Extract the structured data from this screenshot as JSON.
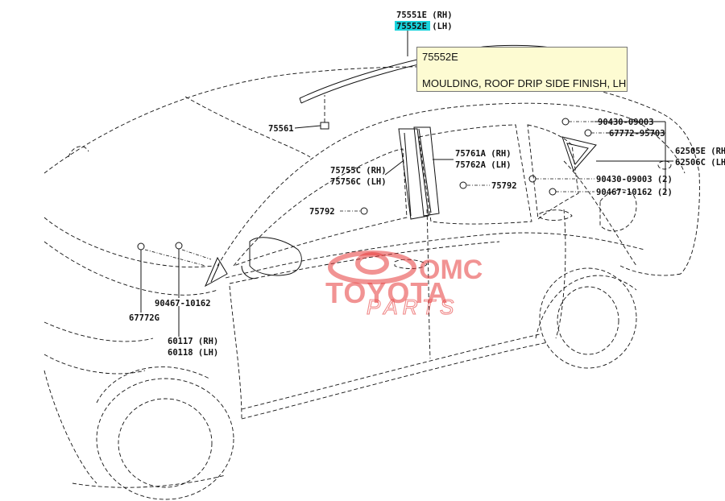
{
  "highlight_color": "#19d3dc",
  "tooltip_bg": "#fdfbd2",
  "watermark_color": "#e63a3a",
  "tooltip": {
    "part_number": "75552E",
    "description": "MOULDING, ROOF DRIP SIDE FINISH, LH"
  },
  "labels": {
    "p75551e": "75551E (RH)",
    "p75552e": "75552E (LH)",
    "p75561": "75561",
    "p75755c": "75755C (RH)",
    "p75756c": "75756C (LH)",
    "p75792a": "75792",
    "p75761a": "75761A (RH)",
    "p75762a": "75762A (LH)",
    "p75792b": "75792",
    "p90430a": "90430-09003",
    "p67772": "67772-95703",
    "p62505e": "62505E (RH)",
    "p62506c": "62506C (LH)",
    "p90430b": "90430-09003 (2)",
    "p90467b": "90467-10162 (2)",
    "p90467a": "90467-10162",
    "p67772g": "67772G",
    "p60117": "60117 (RH)",
    "p60118": "60118 (LH)"
  },
  "watermark": {
    "line1": "OMC",
    "line2": "TOYOTA",
    "line3": "PARTS"
  }
}
